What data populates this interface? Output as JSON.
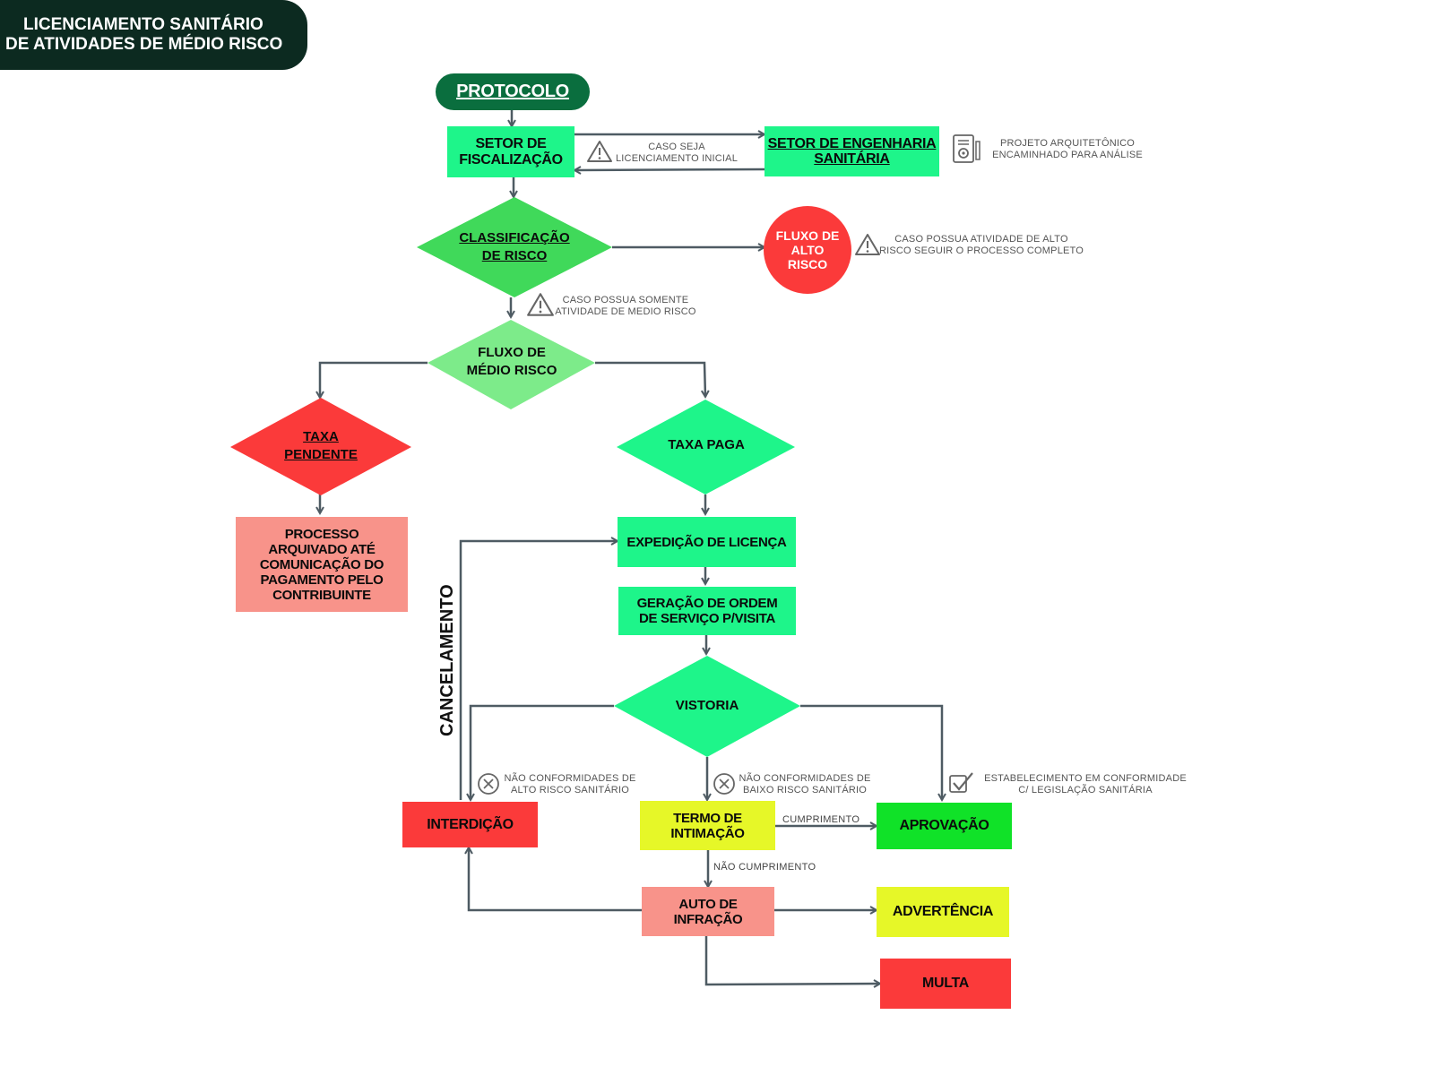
{
  "title": {
    "line1": "LICENCIAMENTO SANITÁRIO",
    "line2": "DE ATIVIDADES DE  MÉDIO RISCO"
  },
  "nodes": {
    "protocolo": "PROTOCOLO",
    "setor_fiscalizacao": {
      "line1": "SETOR DE",
      "line2": "FISCALIZAÇÃO"
    },
    "setor_engenharia": {
      "line1": "SETOR DE ENGENHARIA",
      "line2": "SANITÁRIA"
    },
    "classificacao": {
      "line1": "CLASSIFICAÇÃO",
      "line2": "DE RISCO"
    },
    "fluxo_alto": {
      "line1": "FLUXO DE",
      "line2": "ALTO",
      "line3": "RISCO"
    },
    "fluxo_medio": {
      "line1": "FLUXO DE",
      "line2": "MÉDIO RISCO"
    },
    "taxa_pendente": {
      "line1": "TAXA",
      "line2": "PENDENTE"
    },
    "taxa_paga": "TAXA PAGA",
    "processo_arquivado": {
      "line1": "PROCESSO",
      "line2": "ARQUIVADO ATÉ",
      "line3": "COMUNICAÇÃO DO",
      "line4": "PAGAMENTO PELO",
      "line5": "CONTRIBUINTE"
    },
    "expedicao": "EXPEDIÇÃO DE LICENÇA",
    "geracao": {
      "line1": "GERAÇÃO DE ORDEM",
      "line2": "DE SERVIÇO P/VISITA"
    },
    "vistoria": "VISTORIA",
    "interdicao": "INTERDIÇÃO",
    "termo": {
      "line1": "TERMO DE",
      "line2": "INTIMAÇÃO"
    },
    "aprovacao": "APROVAÇÃO",
    "auto": {
      "line1": "AUTO DE",
      "line2": "INFRAÇÃO"
    },
    "advertencia": "ADVERTÊNCIA",
    "multa": "MULTA"
  },
  "notes": {
    "caso_seja": {
      "line1": "CASO SEJA",
      "line2": "LICENCIAMENTO INICIAL"
    },
    "projeto": {
      "line1": "PROJETO ARQUITETÔNICO",
      "line2": "ENCAMINHADO PARA ANÁLISE"
    },
    "alto_risco": {
      "line1": "CASO POSSUA ATIVIDADE DE ALTO",
      "line2": "RISCO SEGUIR O PROCESSO COMPLETO"
    },
    "somente_medio": {
      "line1": "CASO POSSUA SOMENTE",
      "line2": "ATIVIDADE DE MEDIO RISCO"
    },
    "nc_alto": {
      "line1": "NÃO CONFORMIDADES DE",
      "line2": "ALTO RISCO SANITÁRIO"
    },
    "nc_baixo": {
      "line1": "NÃO CONFORMIDADES DE",
      "line2": "BAIXO RISCO SANITÁRIO"
    },
    "conformidade": {
      "line1": "ESTABELECIMENTO EM CONFORMIDADE",
      "line2": "C/ LEGISLAÇÃO SANITÁRIA"
    }
  },
  "edge_labels": {
    "cumprimento": "CUMPRIMENTO",
    "nao_cumprimento": "NÃO CUMPRIMENTO",
    "cancelamento": "CANCELAMENTO"
  },
  "icons": [
    "warning-icon",
    "document-gear-icon",
    "cancel-circle-icon",
    "checkmark-icon"
  ],
  "colors": {
    "title_bg": "#0c2a20",
    "protocolo_bg": "#0a6e3e",
    "bright_green": "#1ef58a",
    "classification_green": "#40d95a",
    "light_green": "#7deb8a",
    "red": "#fb3a3a",
    "salmon": "#f8938a",
    "yellow": "#e6f728",
    "approval_green": "#10e228",
    "arrow": "#4e5b63"
  }
}
